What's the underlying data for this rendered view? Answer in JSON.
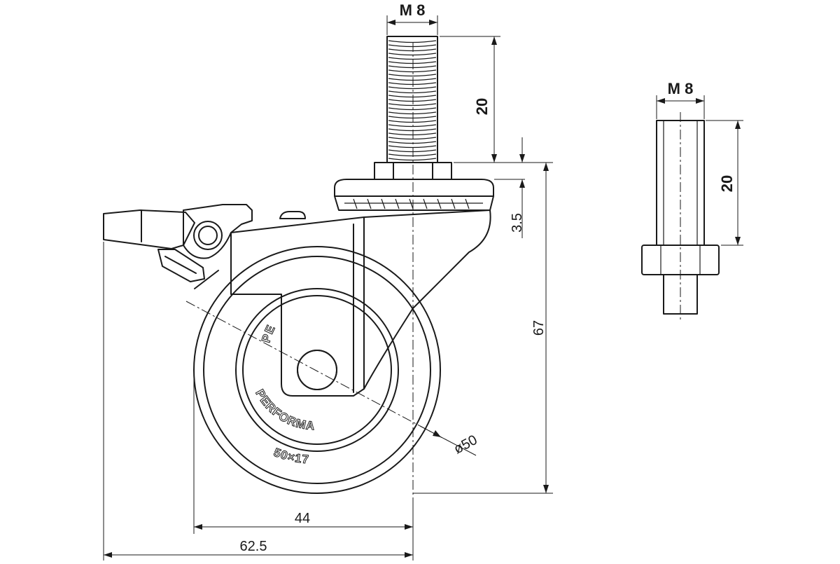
{
  "dimensions": {
    "thread_main": "M 8",
    "thread_length_main": "20",
    "plate_thickness": "3.5",
    "total_height": "67",
    "wheel_diameter": "ø50",
    "wheel_width_offset": "44",
    "total_length": "62.5",
    "thread_side": "M 8",
    "thread_length_side": "20"
  },
  "wheel_markings": {
    "brand": "PERFORMA",
    "brand_partial": "PE",
    "size": "50×17"
  }
}
